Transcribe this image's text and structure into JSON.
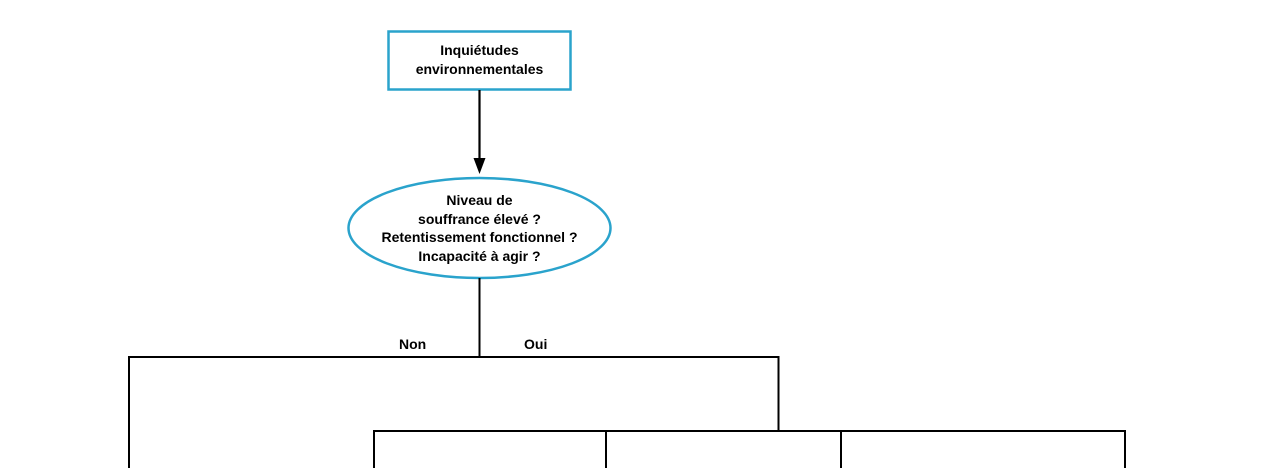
{
  "colors": {
    "node_border": "#2aa3cc",
    "connector": "#000000",
    "text": "#000000",
    "background": "#ffffff"
  },
  "nodes": {
    "start": {
      "shape": "rectangle",
      "line1": "Inquiétudes",
      "line2": "environnementales"
    },
    "decision": {
      "shape": "ellipse",
      "line1": "Niveau de",
      "line2": "souffrance élevé ?",
      "line3": "Retentissement fonctionnel ?",
      "line4": "Incapacité à agir ?"
    }
  },
  "branches": {
    "no_label": "Non",
    "yes_label": "Oui"
  }
}
